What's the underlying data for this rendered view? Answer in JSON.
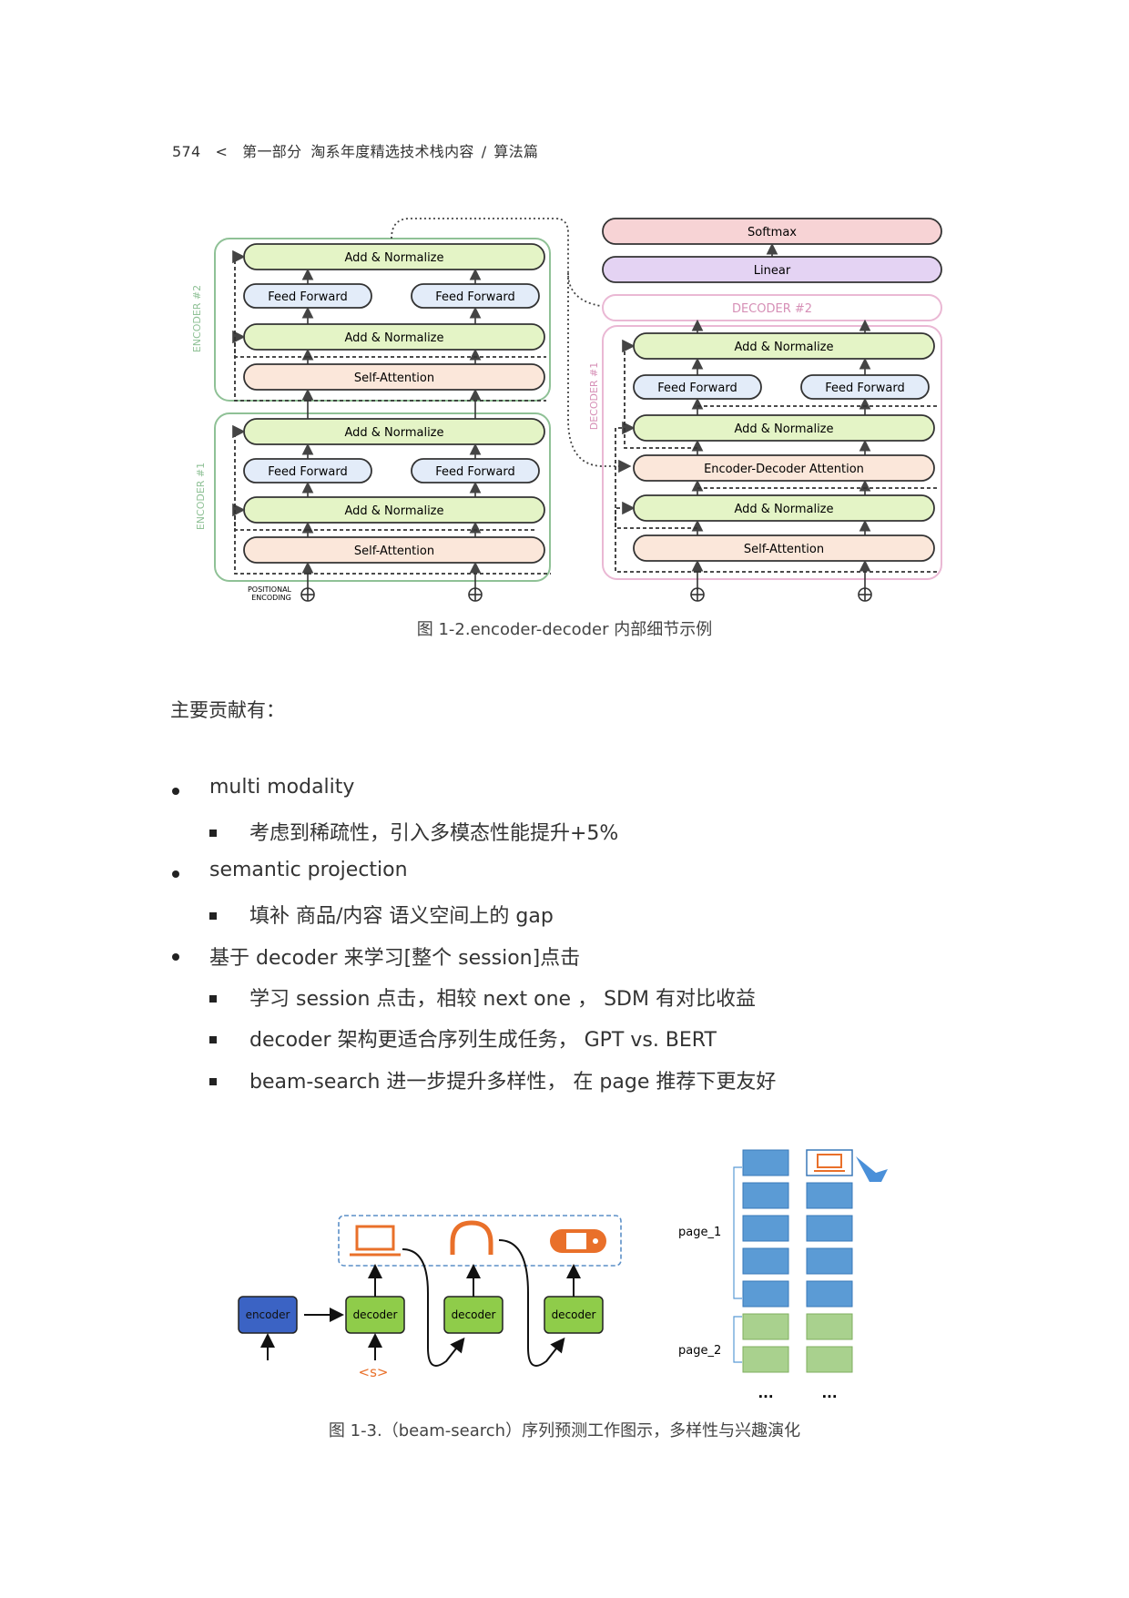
{
  "header": {
    "page_number": "574",
    "separator": "<",
    "part": "第一部分",
    "section": "淘系年度精选技术栈内容",
    "slash": "/",
    "chapter": "算法篇"
  },
  "figure1": {
    "caption": "图 1-2.encoder-decoder 内部细节示例",
    "encoder2_label": "ENCODER #2",
    "encoder1_label": "ENCODER #1",
    "decoder1_label": "DECODER #1",
    "decoder2_label": "DECODER #2",
    "add_normalize": "Add & Normalize",
    "feed_forward": "Feed Forward",
    "self_attention": "Self-Attention",
    "enc_dec_attention": "Encoder-Decoder Attention",
    "softmax": "Softmax",
    "linear": "Linear",
    "positional_line1": "POSITIONAL",
    "positional_line2": "ENCODING"
  },
  "intro": "主要贡献有：",
  "bullets": [
    {
      "text": "multi  modality",
      "sub": [
        "考虑到稀疏性，引入多模态性能提升+5%"
      ]
    },
    {
      "text": "semantic  projection",
      "sub": [
        "填补  商品/内容  语义空间上的 gap"
      ]
    },
    {
      "text": "基于 decoder 来学习[整个 session]点击",
      "sub": [
        "学习 session 点击，相较 next  one  ，  SDM 有对比收益",
        "decoder 架构更适合序列生成任务，   GPT  vs.  BERT",
        "beam-search  进一步提升多样性，   在  page  推荐下更友好"
      ]
    }
  ],
  "figure2": {
    "caption": "图 1-3.（beam-search）序列预测工作图示，多样性与兴趣演化",
    "encoder": "encoder",
    "decoder": "decoder",
    "start_token": "<s>",
    "page1": "page_1",
    "page2": "page_2",
    "ellipsis": "..."
  },
  "colors": {
    "green_box": "#e4f4c6",
    "blue_box": "#e3ecf9",
    "orange_box": "#fbe7da",
    "softmax": "#f7d3d5",
    "linear": "#e4d3f3",
    "encoder_frame": "#8fc196",
    "decoder_frame": "#eab8d4",
    "cell_blue": "#5b9bd5",
    "cell_green": "#a9d18e",
    "orange_icon": "#e9702a"
  }
}
